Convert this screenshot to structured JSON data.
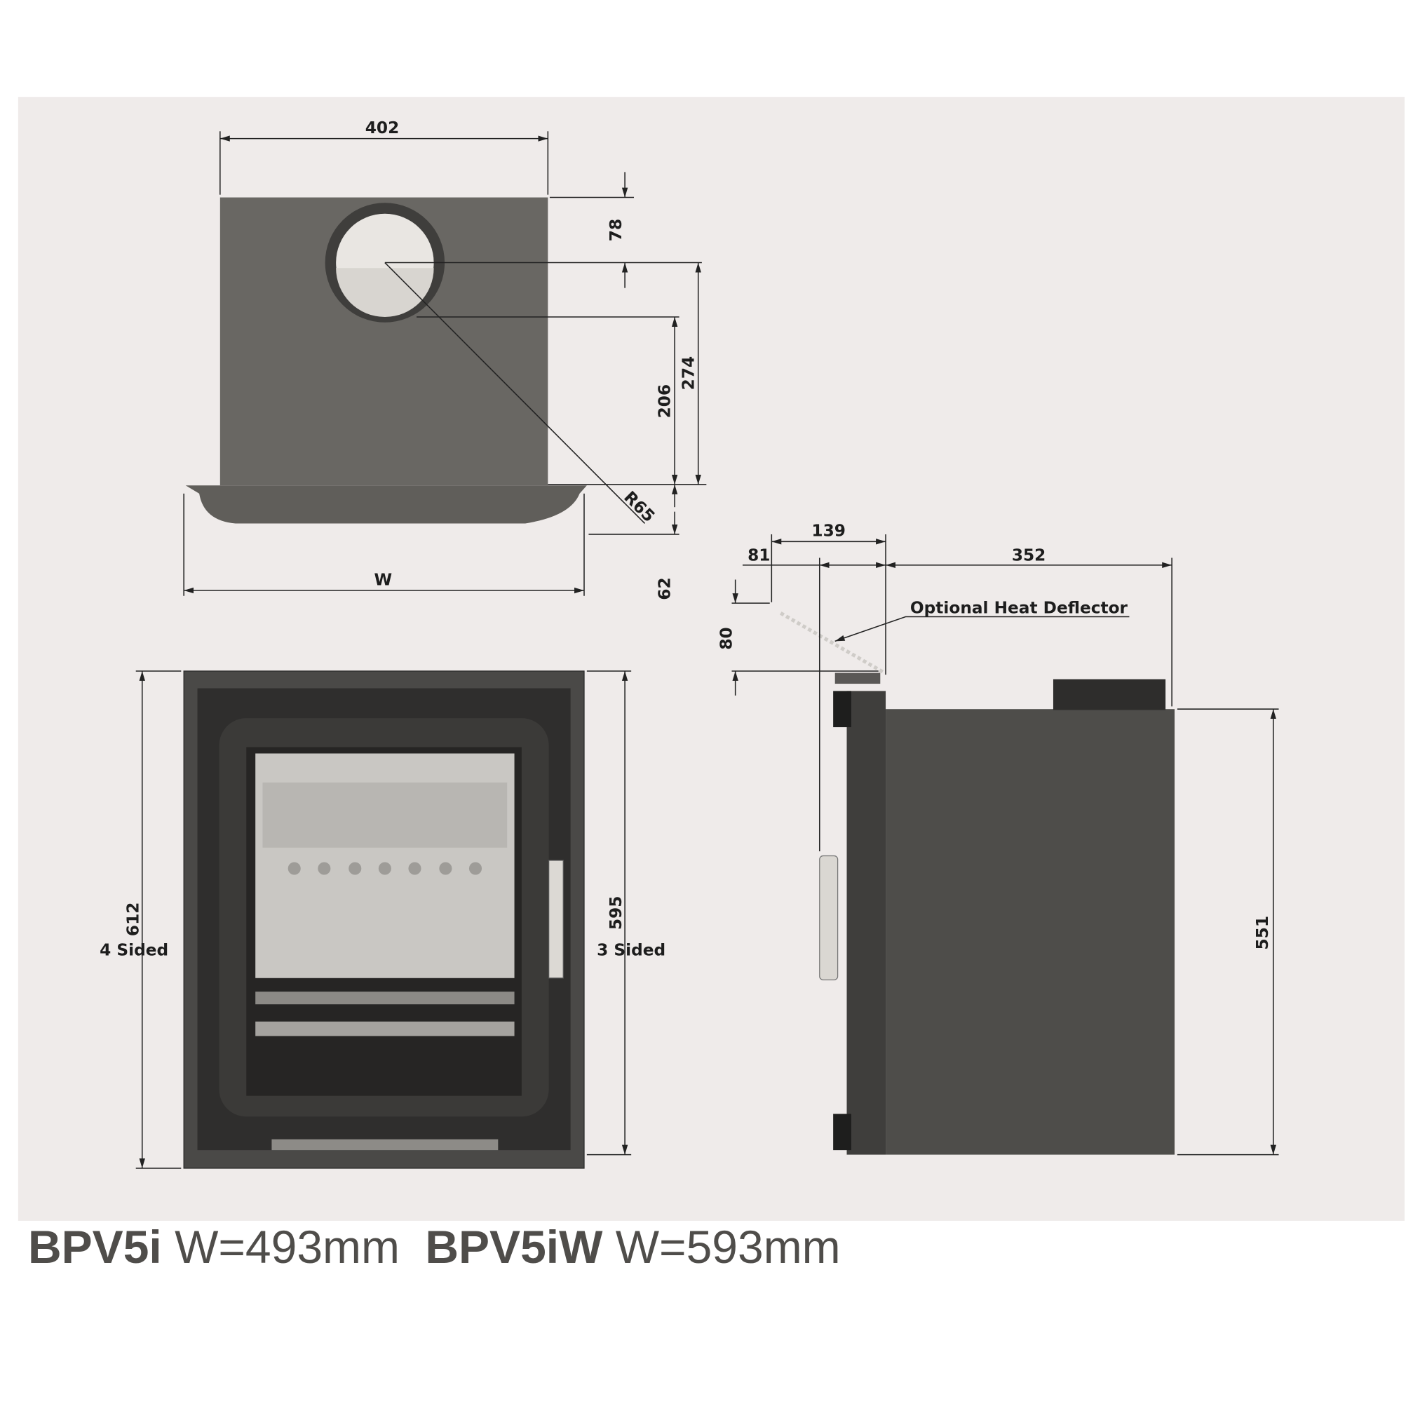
{
  "top_view": {
    "width_label": "402",
    "flue_offset": "78",
    "dim_206": "206",
    "dim_274": "274",
    "radius": "R65",
    "depth_front": "62",
    "overall_w": "W"
  },
  "front_view": {
    "height_4_sided": "612",
    "label_4_sided": "4 Sided",
    "height_3_sided": "595",
    "label_3_sided": "3 Sided"
  },
  "side_view": {
    "dim_139": "139",
    "dim_81": "81",
    "dim_352": "352",
    "dim_80": "80",
    "dim_551": "551",
    "deflector_label": "Optional Heat Deflector"
  },
  "caption": {
    "model1": "BPV5i",
    "width1": "W=493mm",
    "model2": "BPV5iW",
    "width2": "W=593mm"
  },
  "colors": {
    "panel": "#efebea",
    "body": "#5f5d59",
    "dark": "#3a3937",
    "glass": "#c9c7c3"
  }
}
